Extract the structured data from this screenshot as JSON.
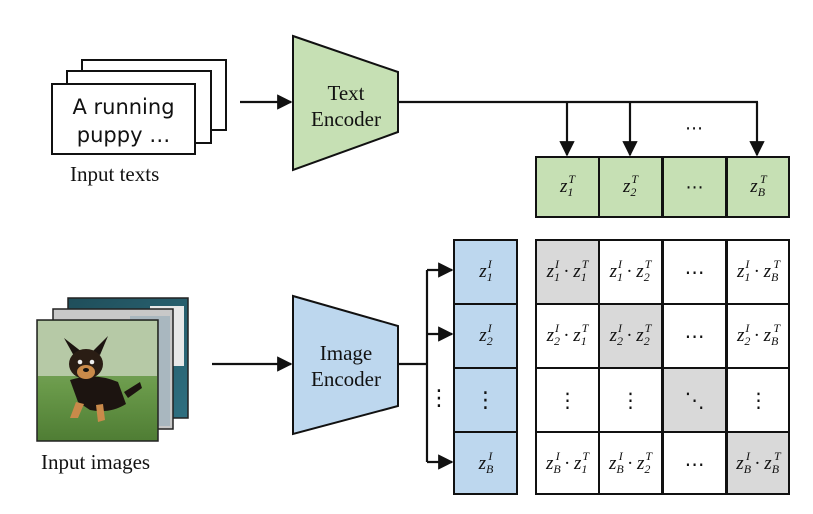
{
  "text_input": {
    "card_text_line1": "A running",
    "card_text_line2": "puppy …",
    "caption": "Input texts"
  },
  "text_encoder": {
    "line1": "Text",
    "line2": "Encoder",
    "color": "#c6e0b4"
  },
  "image_input": {
    "caption": "Input images"
  },
  "image_encoder": {
    "line1": "Image",
    "line2": "Encoder",
    "color": "#bdd7ee"
  },
  "text_embeddings": {
    "items": [
      {
        "base": "z",
        "sub": "1",
        "sup": "T"
      },
      {
        "base": "z",
        "sub": "2",
        "sup": "T"
      },
      {
        "ellipsis": "⋯"
      },
      {
        "base": "z",
        "sub": "B",
        "sup": "T"
      }
    ],
    "arrow_ellipsis": "⋯"
  },
  "image_embeddings": {
    "items": [
      {
        "base": "z",
        "sub": "1",
        "sup": "I"
      },
      {
        "base": "z",
        "sub": "2",
        "sup": "I"
      },
      {
        "vdots": "⋮"
      },
      {
        "base": "z",
        "sub": "B",
        "sup": "I"
      }
    ],
    "arrow_vdots": "⋮"
  },
  "similarity_matrix": {
    "rows": [
      [
        "z₁ᴵ · z₁ᵀ",
        "z₁ᴵ · z₂ᵀ",
        "⋯",
        "z₁ᴵ · z_Bᵀ"
      ],
      [
        "z₂ᴵ · z₁ᵀ",
        "z₂ᴵ · z₂ᵀ",
        "⋯",
        "z₂ᴵ · z_Bᵀ"
      ],
      [
        "⋮",
        "⋮",
        "⋱",
        "⋮"
      ],
      [
        "z_Bᴵ · z₁ᵀ",
        "z_Bᴵ · z₂ᵀ",
        "⋯",
        "z_Bᴵ · z_Bᵀ"
      ]
    ],
    "diagonal_color": "#d9d9d9"
  },
  "colors": {
    "green": "#c6e0b4",
    "blue": "#bdd7ee",
    "stroke": "#111111"
  }
}
